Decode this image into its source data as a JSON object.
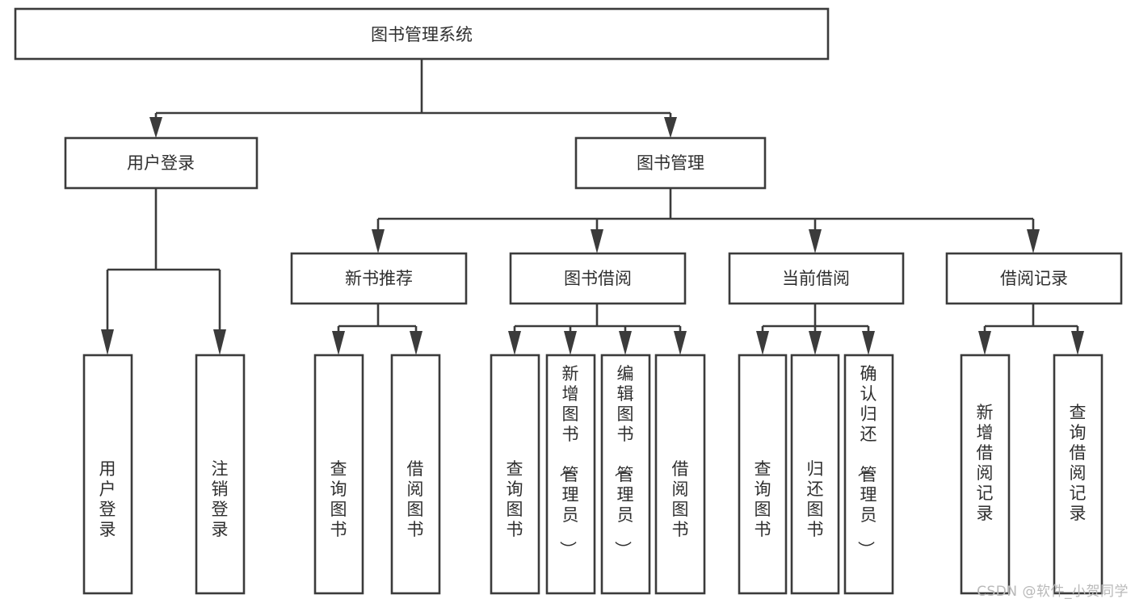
{
  "diagram": {
    "type": "tree",
    "orientation": "top-down",
    "title": "图书管理系统",
    "colors": {
      "box_stroke": "#3b3b3b",
      "box_fill": "#ffffff",
      "connector": "#3b3b3b",
      "text": "#2f2f2f",
      "background": "#ffffff",
      "watermark": "#b9b9b9"
    },
    "levels": [
      {
        "level": 0,
        "nodes": [
          {
            "id": "root",
            "label": "图书管理系统",
            "orientation": "horizontal"
          }
        ]
      },
      {
        "level": 1,
        "nodes": [
          {
            "id": "login",
            "label": "用户登录",
            "orientation": "horizontal",
            "parent": "root"
          },
          {
            "id": "bookmgmt",
            "label": "图书管理",
            "orientation": "horizontal",
            "parent": "root"
          }
        ]
      },
      {
        "level": 2,
        "nodes": [
          {
            "id": "newbook",
            "label": "新书推荐",
            "orientation": "horizontal",
            "parent": "bookmgmt"
          },
          {
            "id": "borrow",
            "label": "图书借阅",
            "orientation": "horizontal",
            "parent": "bookmgmt"
          },
          {
            "id": "current",
            "label": "当前借阅",
            "orientation": "horizontal",
            "parent": "bookmgmt"
          },
          {
            "id": "records",
            "label": "借阅记录",
            "orientation": "horizontal",
            "parent": "bookmgmt"
          }
        ]
      },
      {
        "level": 3,
        "nodes": [
          {
            "id": "leaf-user-login",
            "label": "用户登录",
            "orientation": "vertical",
            "parent": "login"
          },
          {
            "id": "leaf-user-logout",
            "label": "注销登录",
            "orientation": "vertical",
            "parent": "login"
          },
          {
            "id": "leaf-nb-query",
            "label": "查询图书",
            "orientation": "vertical",
            "parent": "newbook"
          },
          {
            "id": "leaf-nb-borrow",
            "label": "借阅图书",
            "orientation": "vertical",
            "parent": "newbook"
          },
          {
            "id": "leaf-bo-query",
            "label": "查询图书",
            "orientation": "vertical",
            "parent": "borrow"
          },
          {
            "id": "leaf-bo-add",
            "label": "新增图书（管理员）",
            "orientation": "vertical",
            "parent": "borrow"
          },
          {
            "id": "leaf-bo-edit",
            "label": "编辑图书（管理员）",
            "orientation": "vertical",
            "parent": "borrow"
          },
          {
            "id": "leaf-bo-borrow",
            "label": "借阅图书",
            "orientation": "vertical",
            "parent": "borrow"
          },
          {
            "id": "leaf-cu-query",
            "label": "查询图书",
            "orientation": "vertical",
            "parent": "current"
          },
          {
            "id": "leaf-cu-return",
            "label": "归还图书",
            "orientation": "vertical",
            "parent": "current"
          },
          {
            "id": "leaf-cu-confirm",
            "label": "确认归还（管理员）",
            "orientation": "vertical",
            "parent": "current"
          },
          {
            "id": "leaf-re-add",
            "label": "新增借阅记录",
            "orientation": "vertical",
            "parent": "records"
          },
          {
            "id": "leaf-re-query",
            "label": "查询借阅记录",
            "orientation": "vertical",
            "parent": "records"
          }
        ]
      }
    ]
  },
  "watermark": {
    "text": "CSDN @软件_小贺同学"
  }
}
